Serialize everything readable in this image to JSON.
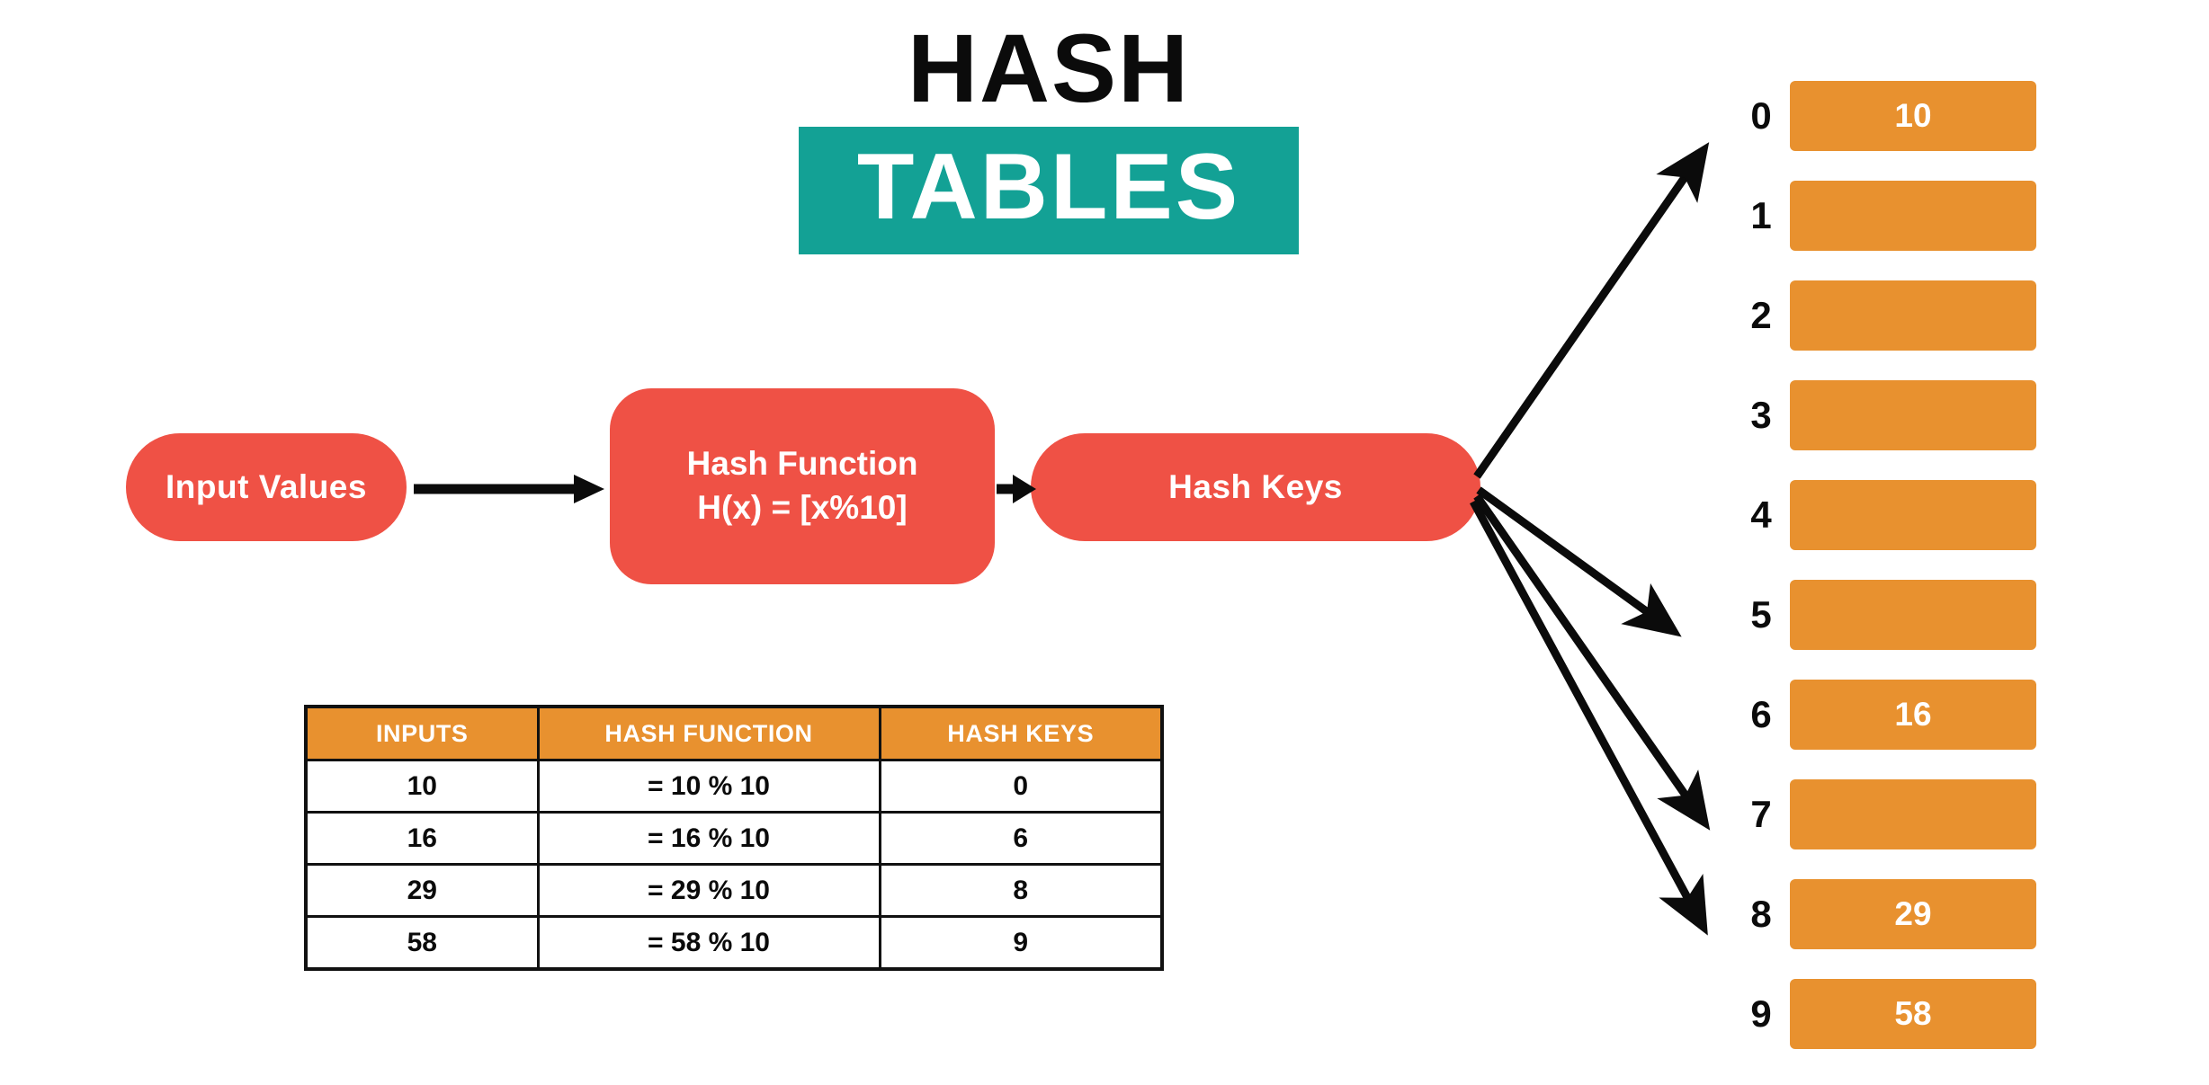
{
  "title": {
    "line1": "HASH",
    "line2": "TABLES",
    "band_color": "#13a195",
    "line1_color": "#0b0b0b",
    "line2_color": "#ffffff"
  },
  "colors": {
    "red": "#ef5145",
    "orange": "#e8912f",
    "teal": "#13a195",
    "black": "#0b0b0b",
    "white": "#ffffff"
  },
  "flow": {
    "input_label": "Input Values",
    "hash_function_line1": "Hash Function",
    "hash_function_line2": "H(x) = [x%10]",
    "hash_keys_label": "Hash Keys"
  },
  "table": {
    "headers": [
      "INPUTS",
      "HASH FUNCTION",
      "HASH KEYS"
    ],
    "rows": [
      [
        "10",
        "= 10 % 10",
        "0"
      ],
      [
        "16",
        "= 16 % 10",
        "6"
      ],
      [
        "29",
        "= 29 % 10",
        "8"
      ],
      [
        "58",
        "= 58 % 10",
        "9"
      ]
    ]
  },
  "hash_table": {
    "slots": [
      {
        "index": "0",
        "value": "10"
      },
      {
        "index": "1",
        "value": ""
      },
      {
        "index": "2",
        "value": ""
      },
      {
        "index": "3",
        "value": ""
      },
      {
        "index": "4",
        "value": ""
      },
      {
        "index": "5",
        "value": ""
      },
      {
        "index": "6",
        "value": "16"
      },
      {
        "index": "7",
        "value": ""
      },
      {
        "index": "8",
        "value": "29"
      },
      {
        "index": "9",
        "value": "58"
      }
    ]
  },
  "chart_data": {
    "type": "table",
    "title": "HASH TABLES",
    "description": "Hash function H(x) = [x%10] maps input values to hash keys (bucket indices) in a 10-slot hash table.",
    "columns": [
      "INPUTS",
      "HASH FUNCTION",
      "HASH KEYS"
    ],
    "rows": [
      {
        "input": 10,
        "hash_function": "= 10 % 10",
        "hash_key": 0
      },
      {
        "input": 16,
        "hash_function": "= 16 % 10",
        "hash_key": 6
      },
      {
        "input": 29,
        "hash_function": "= 29 % 10",
        "hash_key": 8
      },
      {
        "input": 58,
        "hash_function": "= 58 % 10",
        "hash_key": 9
      }
    ],
    "buckets": [
      {
        "index": 0,
        "value": 10
      },
      {
        "index": 1,
        "value": null
      },
      {
        "index": 2,
        "value": null
      },
      {
        "index": 3,
        "value": null
      },
      {
        "index": 4,
        "value": null
      },
      {
        "index": 5,
        "value": null
      },
      {
        "index": 6,
        "value": 16
      },
      {
        "index": 7,
        "value": null
      },
      {
        "index": 8,
        "value": 29
      },
      {
        "index": 9,
        "value": 58
      }
    ],
    "flow_stages": [
      "Input Values",
      "Hash Function H(x) = [x%10]",
      "Hash Keys"
    ]
  }
}
